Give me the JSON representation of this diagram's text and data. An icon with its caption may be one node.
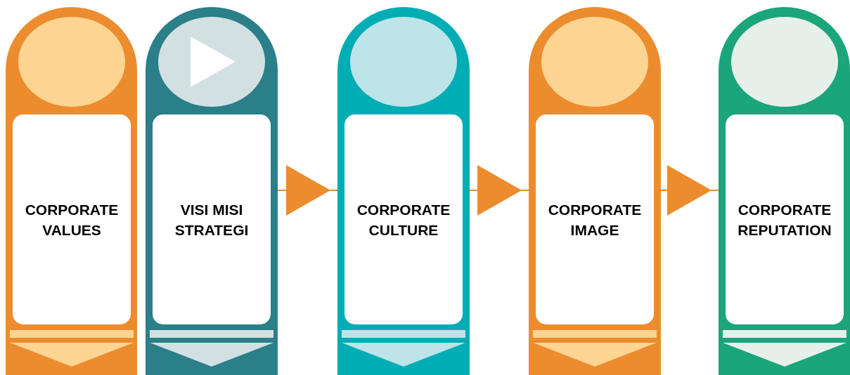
{
  "diagram": {
    "nodes": [
      {
        "text": [
          "CORPORATE VALUES"
        ]
      },
      {
        "text": [
          "VISI MISI STRATEGI"
        ]
      },
      {
        "text": [
          "CORPORATE CULTURE"
        ]
      },
      {
        "text": [
          "CORPORATE IMAGE"
        ]
      },
      {
        "text": [
          "CORPORATE REPUTATION"
        ]
      }
    ],
    "edges": [
      {
        "from": 1,
        "to": 2,
        "arrow": "to"
      },
      {
        "from": 2,
        "to": 3,
        "arrow": "to"
      },
      {
        "from": 3,
        "to": 4,
        "arrow": "to"
      }
    ]
  }
}
